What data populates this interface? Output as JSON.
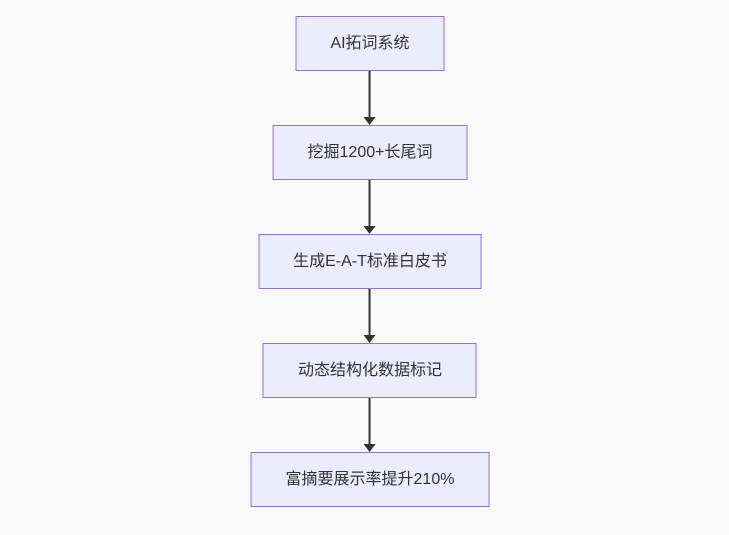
{
  "diagram": {
    "type": "flowchart",
    "direction": "top-down",
    "nodes": [
      {
        "id": "A",
        "label": "AI拓词系统"
      },
      {
        "id": "B",
        "label": "挖掘1200+长尾词"
      },
      {
        "id": "C",
        "label": "生成E-A-T标准白皮书"
      },
      {
        "id": "D",
        "label": "动态结构化数据标记"
      },
      {
        "id": "E",
        "label": "富摘要展示率提升210%"
      }
    ],
    "edges": [
      {
        "from": "A",
        "to": "B"
      },
      {
        "from": "B",
        "to": "C"
      },
      {
        "from": "C",
        "to": "D"
      },
      {
        "from": "D",
        "to": "E"
      }
    ],
    "colors": {
      "background": "#fafafa",
      "node_fill": "#ECECFF",
      "node_border": "#9370DB",
      "text": "#333333",
      "arrow": "#333333"
    }
  }
}
